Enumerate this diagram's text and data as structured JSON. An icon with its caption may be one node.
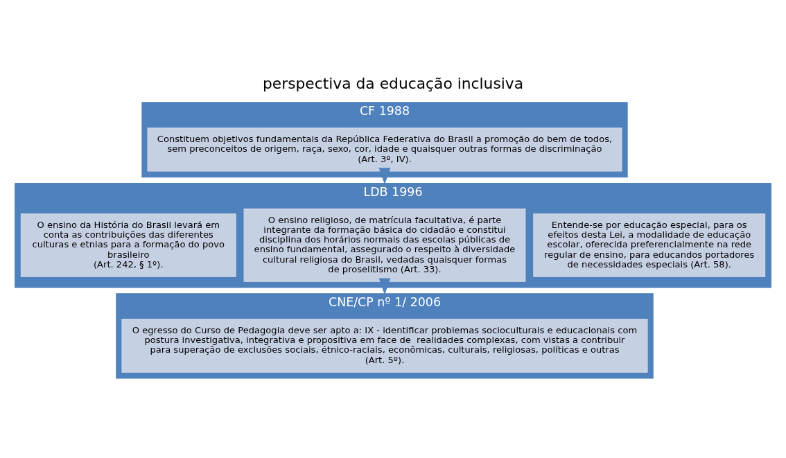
{
  "diagram": {
    "title": "perspectiva da educação inclusiva",
    "nodes": [
      {
        "text": [
          "CF 1988"
        ]
      },
      {
        "text": [
          "Constituem objetivos fundamentais da República Federativa do Brasil a promoção do bem de todos, sem preconceitos de origem, raça, sexo, cor, idade e quaisquer outras formas de discriminação (Art. 3º, IV)."
        ],
        "in": 0
      },
      {
        "text": [
          "LDB 1996"
        ]
      },
      {
        "text": [
          "O ensino da História do Brasil levará em conta as contribuições das diferentes culturas e etnias para a formação do povo brasileiro",
          "(Art. 242, § 1º)."
        ],
        "in": 2
      },
      {
        "text": [
          "O ensino religioso, de matrícula facultativa, é parte integrante da formação básica do cidadão e constitui disciplina dos horários normais das escolas públicas de ensino fundamental, assegurado o respeito à diversidade cultural religiosa do Brasil, vedadas quaisquer formas de proselitismo (Art. 33)."
        ],
        "in": 2
      },
      {
        "text": [
          "Entende-se por educação especial, para os efeitos desta Lei, a modalidade de educação escolar, oferecida preferencialmente na rede regular de ensino, para educandos portadores de necessidades especiais (Art. 58)."
        ],
        "in": 2
      },
      {
        "text": [
          "CNE/CP nº 1/ 2006"
        ]
      },
      {
        "text": [
          "O egresso do Curso de Pedagogia deve ser apto a: IX - identificar problemas socioculturais e educacionais com postura investigativa, integrativa e propositiva em face de  realidades complexas, com vistas a contribuir para superação de exclusões sociais, étnico-raciais, econômicas, culturais, religiosas, políticas e outras (Art. 5º)."
        ],
        "in": 6
      }
    ],
    "edges": [
      {
        "from": 0,
        "to": 2,
        "arrow": "to"
      },
      {
        "from": 2,
        "to": 6,
        "arrow": "to"
      }
    ]
  }
}
